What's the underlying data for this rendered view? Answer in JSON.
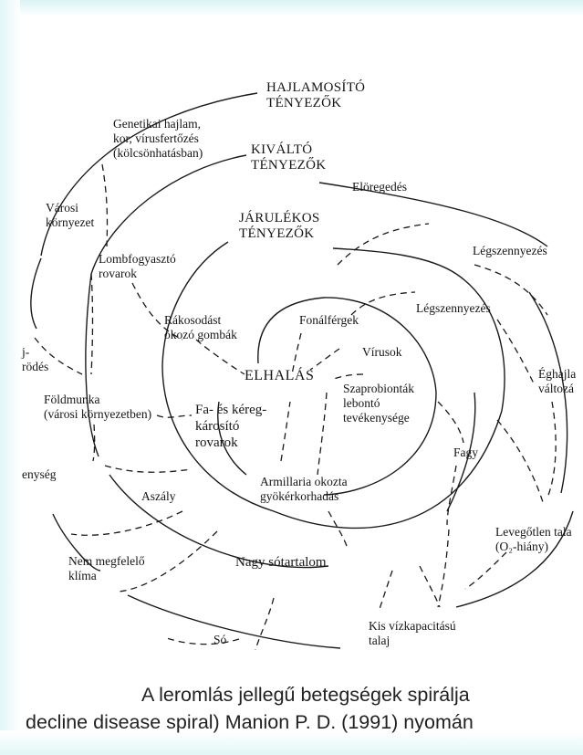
{
  "labels": {
    "predisposing_header": "HAJLAMOSÍTÓ\nTÉNYEZŐK",
    "inciting_header": "KIVÁLTÓ\nTÉNYEZŐK",
    "contributing_header": "JÁRULÉKOS\nTÉNYEZŐK",
    "death": "ELHALÁS",
    "genetics": "Genetikai hajlam,\nkor, vírusfertőzés\n(kölcsönhatásban)",
    "urban_env": "Városi\nkörnyezet",
    "defoliator": "Lombfogyasztó\nrovarok",
    "canker_fungi": "Rákosodást\nokozó gombák",
    "nematodes": "Fonálférgek",
    "viruses": "Vírusok",
    "saprobionts": "Szaprobionták\nlebontó\ntevékenysége",
    "wood_insects": "Fa- és kéreg-\nkárosító\nrovarok",
    "armillaria": "Armillaria okozta\ngyökérkorhadás",
    "aging": "Elöregedés",
    "air_pollution_outer": "Légszennyezés",
    "air_pollution_inner": "Légszennyezés",
    "climate_change": "Éghajla\nváltozá",
    "frost": "Fagy",
    "anoxic_soil": "Levegőtlen tala\n(O₂-hiány)",
    "low_water_capacity": "Kis vízkapacitású\ntalaj",
    "high_salt": "Nagy sótartalom",
    "salt": "Só",
    "unsuitable_climate": "Nem megfelelő\nklíma",
    "drought": "Aszály",
    "earthwork": "Földmunka\n(városi környezetben)",
    "partial_left_1": "j-\nrödés",
    "partial_left_2": "enység"
  },
  "caption": {
    "line1": "A leromlás jellegű betegségek spirálja",
    "line2": "decline disease spiral) Manion P. D. (1991) nyomán"
  }
}
